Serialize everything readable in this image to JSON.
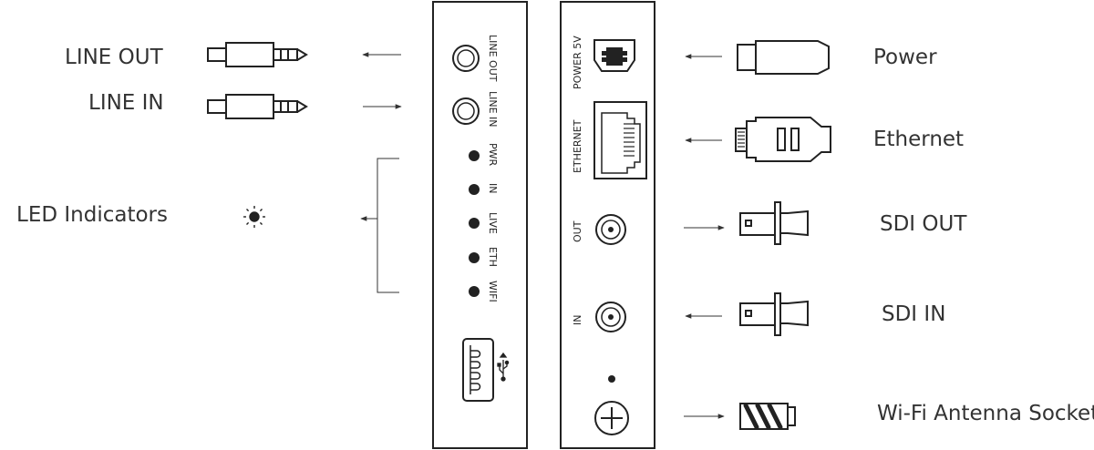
{
  "left_labels": {
    "line_out": "LINE OUT",
    "line_in": "LINE IN",
    "led": "LED Indicators"
  },
  "right_labels": {
    "power": "Power",
    "ethernet": "Ethernet",
    "sdi_out": "SDI OUT",
    "sdi_in": "SDI IN",
    "wifi": "Wi-Fi Antenna Socket"
  },
  "panel_left_ports": {
    "line_out": "LINE OUT",
    "line_in": "LINE IN",
    "leds": [
      "PWR",
      "IN",
      "LIVE",
      "ETH",
      "WIFI"
    ]
  },
  "panel_right_ports": {
    "power": "POWER 5V",
    "ethernet": "ETHERNET",
    "out": "OUT",
    "in": "IN"
  },
  "icons": {
    "led": "sun-icon",
    "usb": "usb-icon",
    "antenna": "plus-circle-icon"
  }
}
